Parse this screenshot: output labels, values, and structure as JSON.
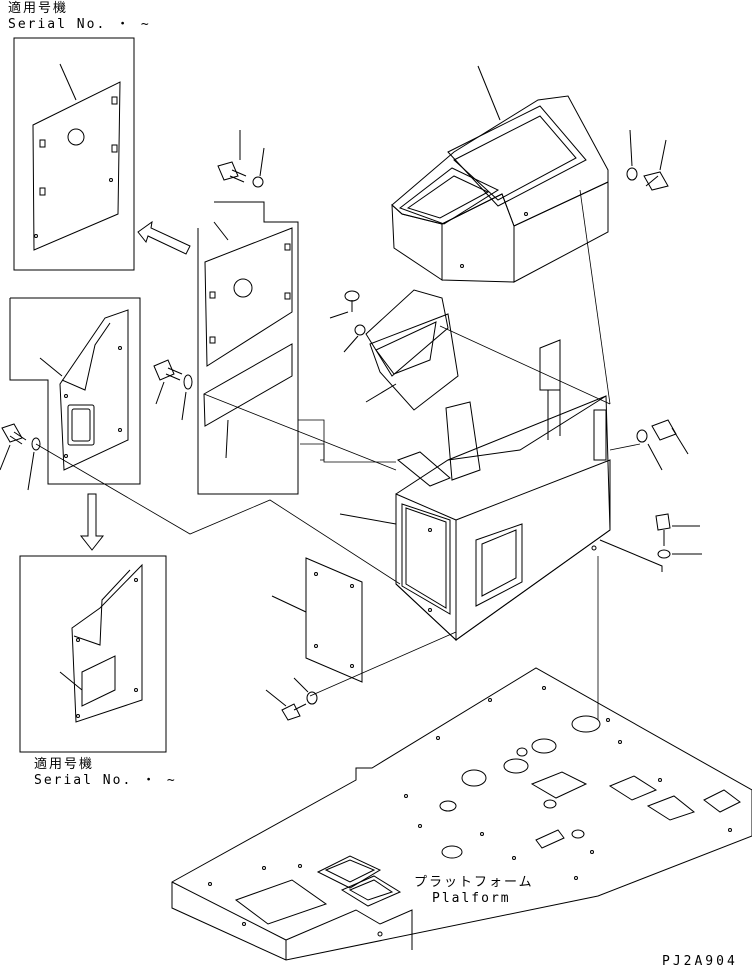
{
  "labels": {
    "top_left_applicable": "適用号機",
    "top_left_serial": "Serial No.  ・  ~",
    "bottom_left_applicable": "適用号機",
    "bottom_left_serial": "Serial No.  ・  ~",
    "platform_jp": "プラットフォーム",
    "platform_en": "Plalform",
    "drawing_code": "PJ2A904"
  }
}
